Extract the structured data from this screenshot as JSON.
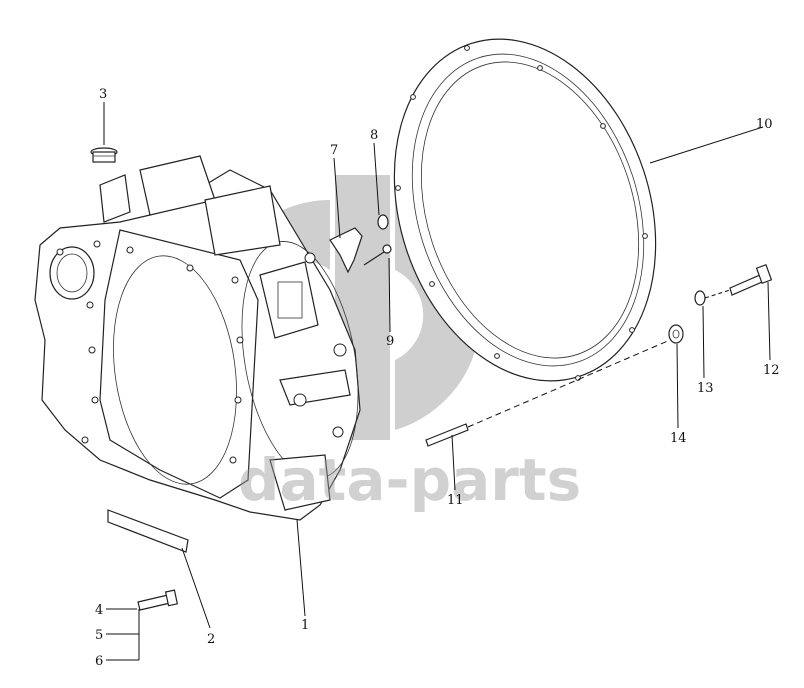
{
  "watermark": {
    "text": "data-parts"
  },
  "callouts": [
    {
      "id": "1",
      "text": "1"
    },
    {
      "id": "2",
      "text": "2"
    },
    {
      "id": "3",
      "text": "3"
    },
    {
      "id": "4",
      "text": "4"
    },
    {
      "id": "5",
      "text": "5"
    },
    {
      "id": "6",
      "text": "6"
    },
    {
      "id": "7",
      "text": "7"
    },
    {
      "id": "8",
      "text": "8"
    },
    {
      "id": "9",
      "text": "9"
    },
    {
      "id": "10",
      "text": "10"
    },
    {
      "id": "11",
      "text": "11"
    },
    {
      "id": "12",
      "text": "12"
    },
    {
      "id": "13",
      "text": "13"
    },
    {
      "id": "14",
      "text": "14"
    }
  ]
}
